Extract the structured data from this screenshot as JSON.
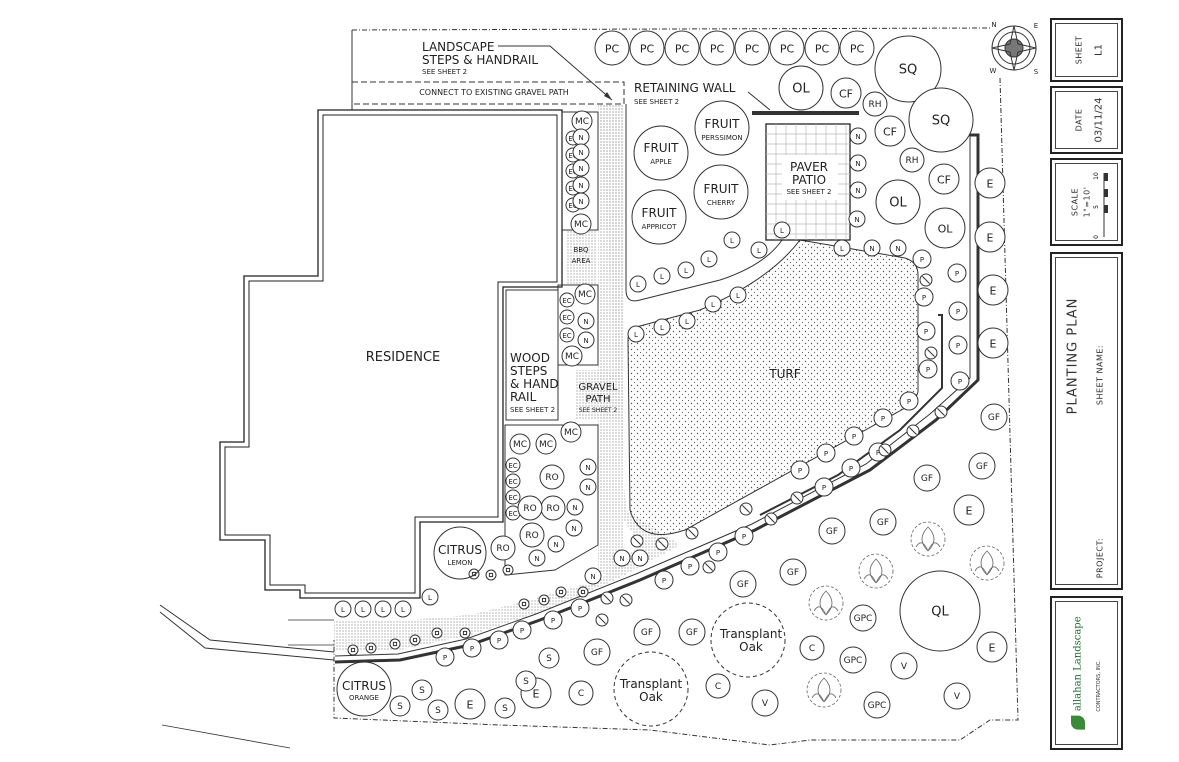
{
  "labels": {
    "residence": "RESIDENCE",
    "landscape_steps": [
      "LANDSCAPE",
      "STEPS & HANDRAIL"
    ],
    "landscape_steps_ref": "SEE SHEET 2",
    "gravel_connect": "CONNECT TO EXISTING GRAVEL PATH",
    "retaining_wall": "RETAINING WALL",
    "retaining_wall_ref": "SEE SHEET 2",
    "paver_patio": [
      "PAVER",
      "PATIO"
    ],
    "paver_patio_ref": "SEE SHEET 2",
    "wood_steps": [
      "WOOD",
      "STEPS",
      "& HAND",
      "RAIL"
    ],
    "wood_steps_ref": "SEE SHEET 2",
    "gravel_path": [
      "GRAVEL",
      "PATH"
    ],
    "gravel_path_ref": "SEE SHEET 2",
    "bbq_area": [
      "BBQ",
      "AREA"
    ],
    "turf": "TURF"
  },
  "plants": {
    "fruit": [
      {
        "name": "FRUIT",
        "variety": "APPLE"
      },
      {
        "name": "FRUIT",
        "variety": "PERSSIMON"
      },
      {
        "name": "FRUIT",
        "variety": "CHERRY"
      },
      {
        "name": "FRUIT",
        "variety": "APPRICOT"
      }
    ],
    "citrus": [
      {
        "name": "CITRUS",
        "variety": "LEMON"
      },
      {
        "name": "CITRUS",
        "variety": "ORANGE"
      }
    ],
    "transplant": [
      "Transplant",
      "Oak"
    ],
    "codes": {
      "PC": "PC",
      "SQ": "SQ",
      "OL": "OL",
      "CF": "CF",
      "RH": "RH",
      "E": "E",
      "MC": "MC",
      "EC": "EC",
      "N": "N",
      "L": "L",
      "P": "P",
      "RO": "RO",
      "GF": "GF",
      "QL": "QL",
      "GPC": "GPC",
      "V": "V",
      "C": "C",
      "S": "S"
    }
  },
  "title_block": {
    "sheet_label": "SHEET",
    "sheet_value": "L1",
    "date_label": "DATE",
    "date_value": "03/11/24",
    "scale_label": "SCALE",
    "scale_value": "1\"=10'",
    "scale_ticks": [
      "0",
      "5",
      "10"
    ],
    "sheet_name_label": "SHEET NAME:",
    "sheet_name": "PLANTING PLAN",
    "project_label": "PROJECT:",
    "company": [
      "allahan Landscape",
      "CONTRACTORS, INC."
    ]
  },
  "compass": [
    "N",
    "E",
    "S",
    "W"
  ]
}
